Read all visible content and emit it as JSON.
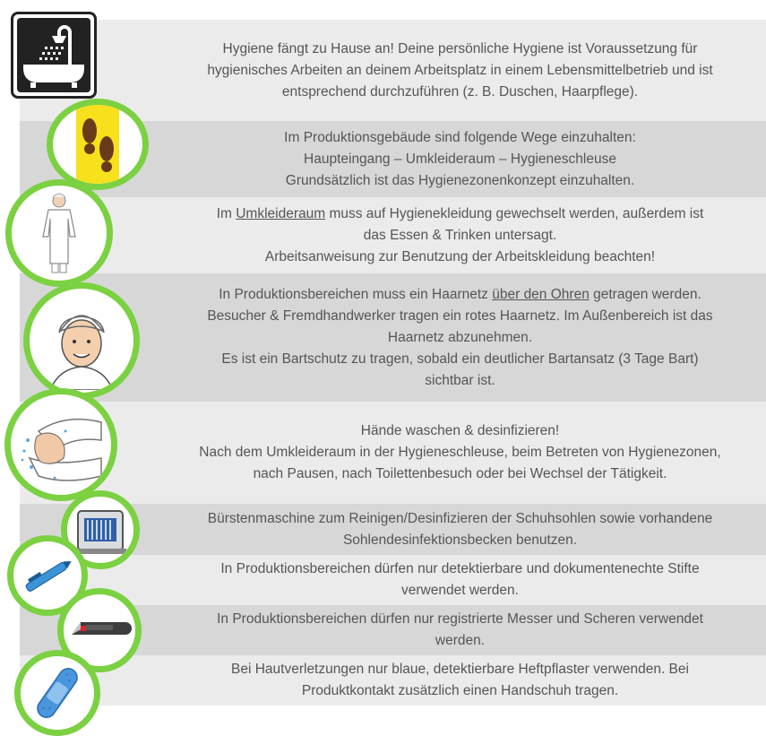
{
  "rows": [
    {
      "icon": "shower-bathtub-icon",
      "lines": [
        "Hygiene fängt zu Hause an! Deine persönliche Hygiene ist Voraussetzung für",
        "hygienisches Arbeiten an deinem Arbeitsplatz in einem Lebensmittelbetrieb und ist",
        "entsprechend durchzuführen (z. B. Duschen, Haarpflege)."
      ]
    },
    {
      "icon": "footprints-icon",
      "lines": [
        "Im Produktionsgebäude sind folgende Wege einzuhalten:",
        "Haupteingang – Umkleideraum – Hygieneschleuse",
        "Grundsätzlich ist das Hygienezonenkonzept einzuhalten."
      ]
    },
    {
      "icon": "worker-in-hygiene-clothing-icon",
      "line1_pre": "Im ",
      "line1_link": "Umkleideraum",
      "line1_post": " muss auf Hygienekleidung gewechselt werden, außerdem ist",
      "lines": [
        "das Essen & Trinken untersagt.",
        "Arbeitsanweisung zur Benutzung der Arbeitskleidung beachten!"
      ]
    },
    {
      "icon": "person-with-hairnet-icon",
      "line1_pre": "In Produktionsbereichen muss ein Haarnetz ",
      "line1_link": "über den Ohren",
      "line1_post": " getragen werden.",
      "lines": [
        "Besucher & Fremdhandwerker tragen ein rotes Haarnetz. Im Außenbereich ist das",
        "Haarnetz abzunehmen.",
        "Es ist ein Bartschutz zu tragen, sobald ein deutlicher Bartansatz (3 Tage Bart)",
        "sichtbar ist."
      ]
    },
    {
      "icon": "hand-washing-icon",
      "lines": [
        "Hände waschen & desinfizieren!",
        "Nach dem Umkleideraum in der Hygieneschleuse, beim Betreten von Hygienezonen,",
        "nach Pausen, nach Toilettenbesuch oder bei Wechsel der Tätigkeit."
      ]
    },
    {
      "icon": "sole-brush-machine-icon",
      "lines": [
        "Bürstenmaschine zum Reinigen/Desinfizieren der Schuhsohlen sowie vorhandene",
        "Sohlendesinfektionsbecken benutzen."
      ]
    },
    {
      "icon": "detectable-pen-icon",
      "lines": [
        "In Produktionsbereichen dürfen nur detektierbare und dokumentenechte Stifte",
        "verwendet werden."
      ]
    },
    {
      "icon": "utility-knife-icon",
      "lines": [
        "In Produktionsbereichen dürfen nur registrierte Messer und Scheren verwendet",
        "werden."
      ]
    },
    {
      "icon": "blue-plaster-icon",
      "lines": [
        "Bei Hautverletzungen nur blaue, detektierbare Heftpflaster verwenden. Bei",
        "Produktkontakt zusätzlich einen Handschuh tragen."
      ]
    }
  ],
  "colors": {
    "ring": "#7bd141",
    "band_light": "#ebebeb",
    "band_dark": "#d7d7d7",
    "text": "#555555"
  }
}
